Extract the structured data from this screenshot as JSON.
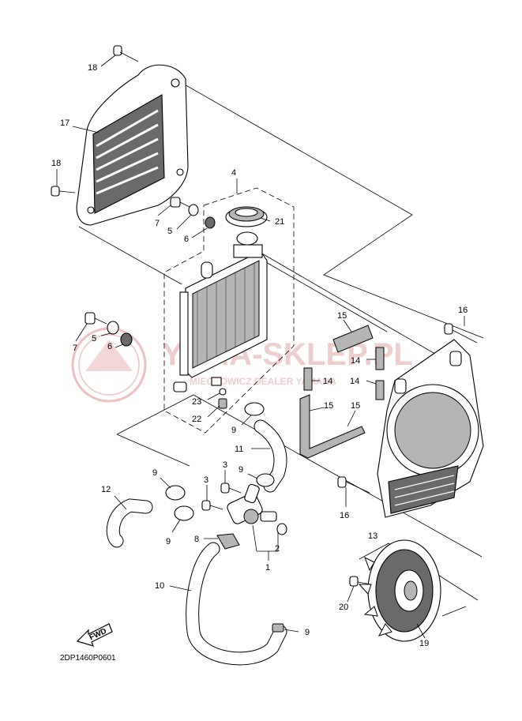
{
  "diagram_code": "2DP1460P0601",
  "watermark": {
    "brand": "YAMA-SKLEP.PL",
    "tagline": "MIECHOWICZ DEALER YAMAHA",
    "color": "#e8b8b8"
  },
  "fwd_label": "FWD",
  "callouts": {
    "c1": "1",
    "c2": "2",
    "c3a": "3",
    "c3b": "3",
    "c4": "4",
    "c5a": "5",
    "c5b": "5",
    "c6a": "6",
    "c6b": "6",
    "c7a": "7",
    "c7b": "7",
    "c8": "8",
    "c9a": "9",
    "c9b": "9",
    "c9c": "9",
    "c9d": "9",
    "c10": "10",
    "c11": "11",
    "c12": "12",
    "c13": "13",
    "c14a": "14",
    "c14b": "14",
    "c14c": "14",
    "c15a": "15",
    "c15b": "15",
    "c15c": "15",
    "c16a": "16",
    "c16b": "16",
    "c17": "17",
    "c18a": "18",
    "c18b": "18",
    "c19": "19",
    "c20": "20",
    "c21": "21",
    "c22": "22",
    "c23": "23"
  },
  "icons": {
    "fwd": "fwd-arrow-icon",
    "watermark_logo": "yamaha-ring-logo"
  }
}
